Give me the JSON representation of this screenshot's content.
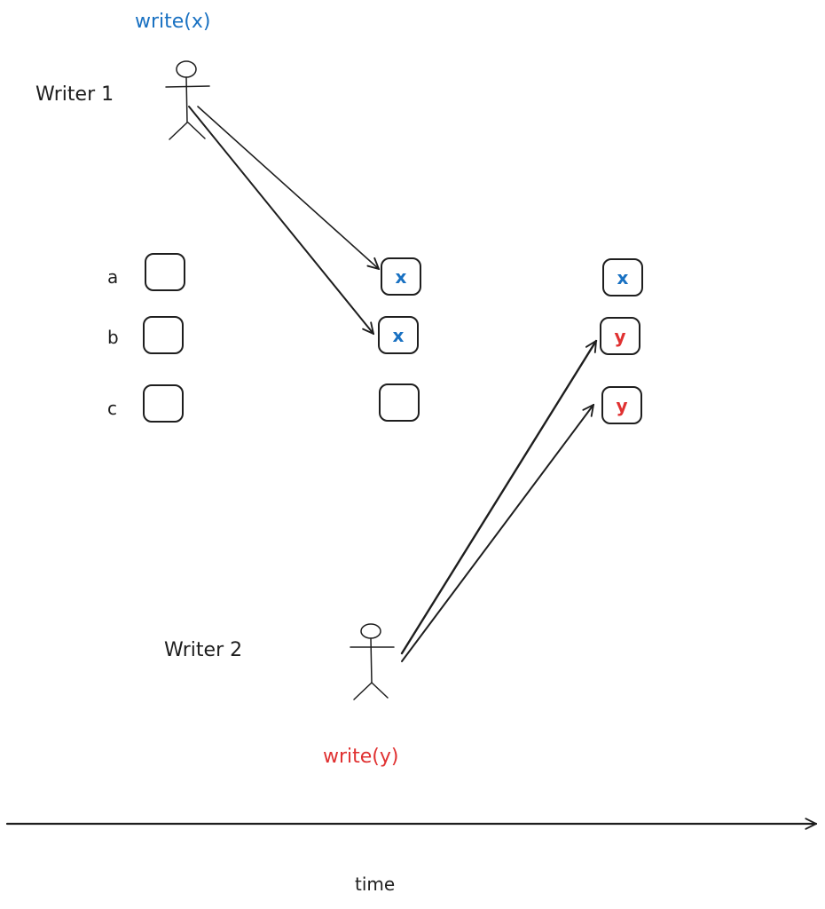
{
  "colors": {
    "ink": "#1e1e1e",
    "writer1": "#1971c2",
    "writer2": "#e03131"
  },
  "writer1": {
    "name": "Writer 1",
    "operation": "write(x)",
    "icon": "stick-figure-icon"
  },
  "writer2": {
    "name": "Writer 2",
    "operation": "write(y)",
    "icon": "stick-figure-icon"
  },
  "registers": [
    "a",
    "b",
    "c"
  ],
  "states": [
    {
      "values": [
        "",
        "",
        ""
      ]
    },
    {
      "values": [
        "x",
        "x",
        ""
      ]
    },
    {
      "values": [
        "x",
        "y",
        "y"
      ]
    }
  ],
  "time_axis": {
    "label": "time"
  }
}
